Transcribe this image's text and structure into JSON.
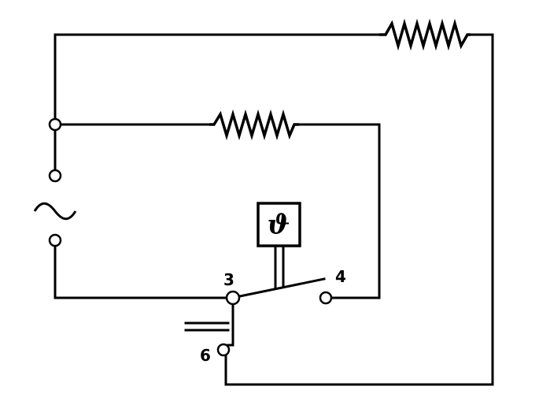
{
  "diagram": {
    "terminal_labels": {
      "t3": "3",
      "t4": "4",
      "t6": "6"
    },
    "thermostat_symbol": "ϑ",
    "ac_source_symbol": "~"
  }
}
